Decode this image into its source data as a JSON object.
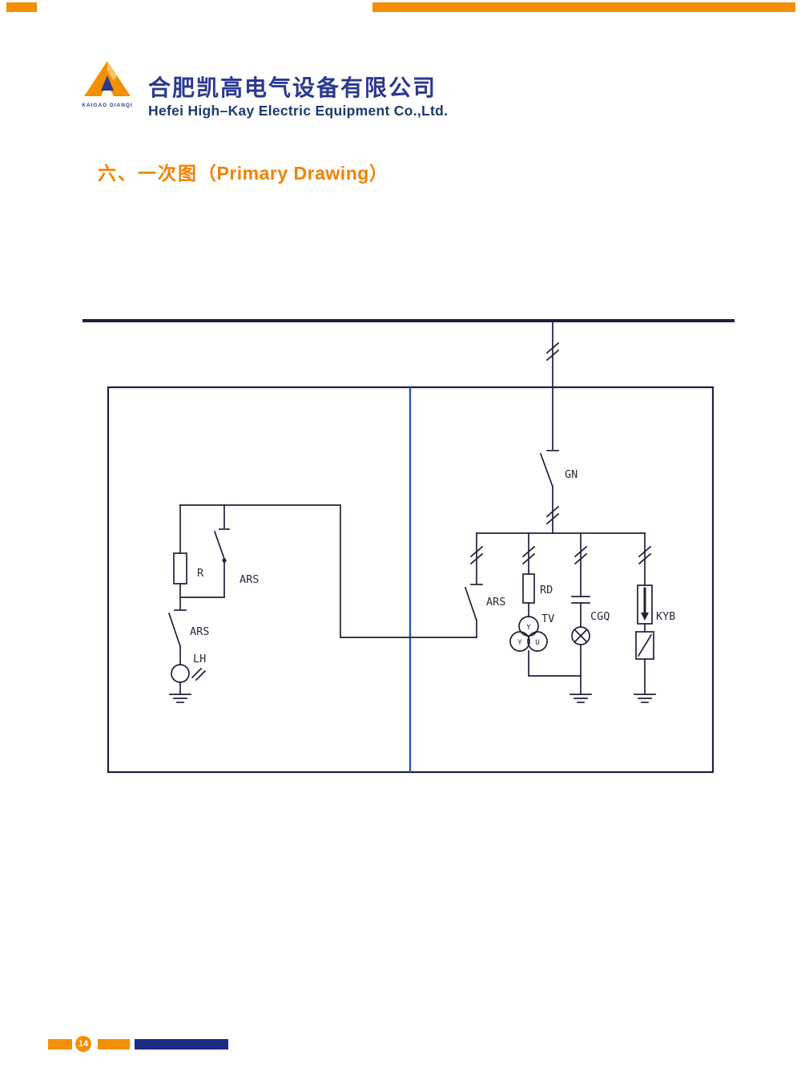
{
  "page": {
    "company_cn": "合肥凯高电气设备有限公司",
    "company_en": "Hefei High–Kay Electric Equipment Co.,Ltd.",
    "logo_caption": "KAIGAO DIANQI"
  },
  "section": {
    "heading_cn": "六、一次图",
    "heading_en": "（Primary Drawing）"
  },
  "diagram": {
    "labels": {
      "gn": "GN",
      "ars_feeder": "ARS",
      "rd": "RD",
      "tv": "TV",
      "tv_windings": [
        "Y",
        "Y",
        "U"
      ],
      "cgq": "CGQ",
      "kyb": "KYB",
      "r": "R",
      "ars_parallel": "ARS",
      "ars_ct": "ARS",
      "lh": "LH"
    }
  },
  "footer": {
    "page_number": "14"
  },
  "colors": {
    "accent_orange": "#F39000",
    "brand_blue": "#2B3990",
    "heading_orange": "#F08200",
    "navy_bar": "#1B2B85",
    "panel_divider_blue": "#2B57A7",
    "circuit_line": "#20203A"
  }
}
